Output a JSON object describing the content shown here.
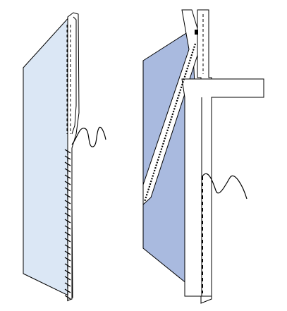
{
  "illustration": {
    "kind": "sewing technique diagram",
    "colors": {
      "background": "#ffffff",
      "fabric_light": "#dbe7f5",
      "fabric_dark": "#a9badf",
      "tape": "#ffffff",
      "outline": "#000000"
    },
    "stitches": {
      "left_figure_basting": "dashed",
      "left_figure_edge_stitch": "hand overcast",
      "right_figure_seam": "dotted",
      "right_figure_basting": "dashed"
    },
    "icons": [
      "needle-thread-icon",
      "thread-curve-icon"
    ]
  }
}
